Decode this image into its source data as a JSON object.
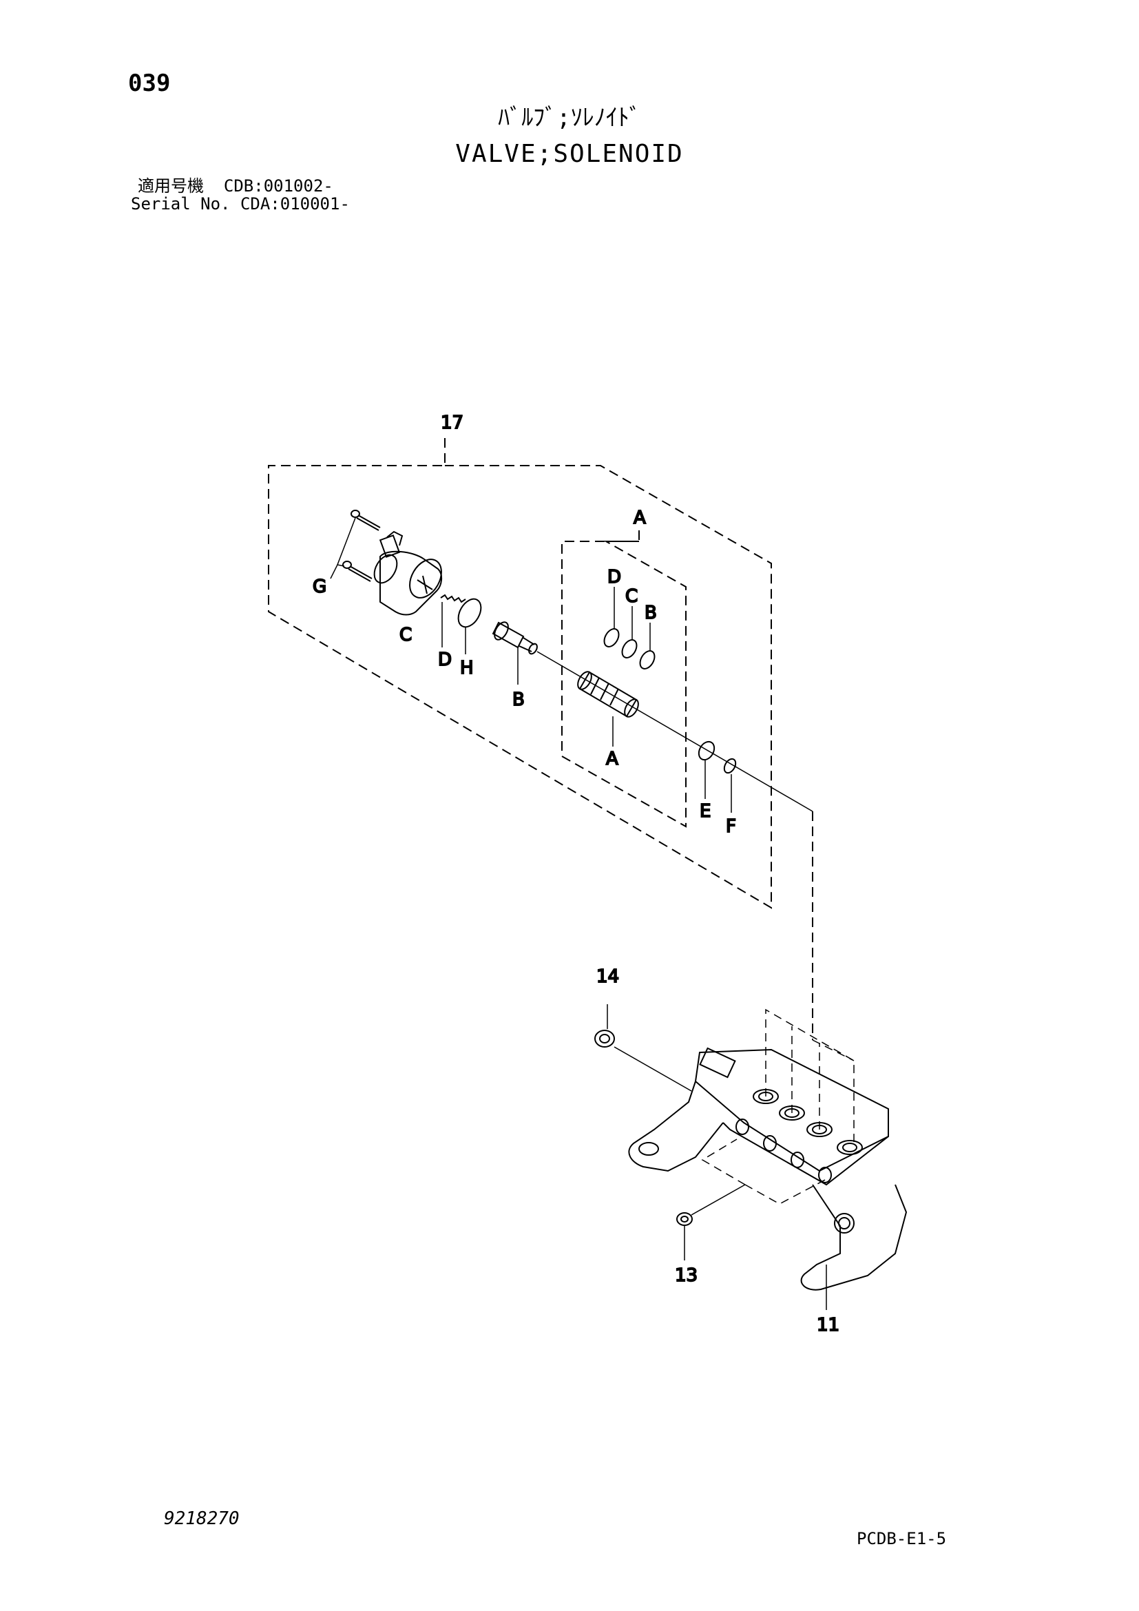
{
  "header": {
    "page_number": "039",
    "title_jp": "ﾊﾞﾙﾌﾞ;ｿﾚﾉｲﾄﾞ",
    "title_en": "VALVE;SOLENOID",
    "applicable_label": "適用号機",
    "applicable_value": "CDB:001002-",
    "serial_label": "Serial No.",
    "serial_value": "CDA:010001-"
  },
  "callouts": {
    "assembly": "17",
    "kit": "A",
    "kit_bottom": "A",
    "b1": "B",
    "b2": "B",
    "c1": "C",
    "c2": "C",
    "d1": "D",
    "d2": "D",
    "e": "E",
    "f": "F",
    "g": "G",
    "h": "H",
    "body": "11",
    "plug13": "13",
    "plug14": "14"
  },
  "footer": {
    "doc_number": "9218270",
    "page_code": "PCDB-E1-5"
  }
}
